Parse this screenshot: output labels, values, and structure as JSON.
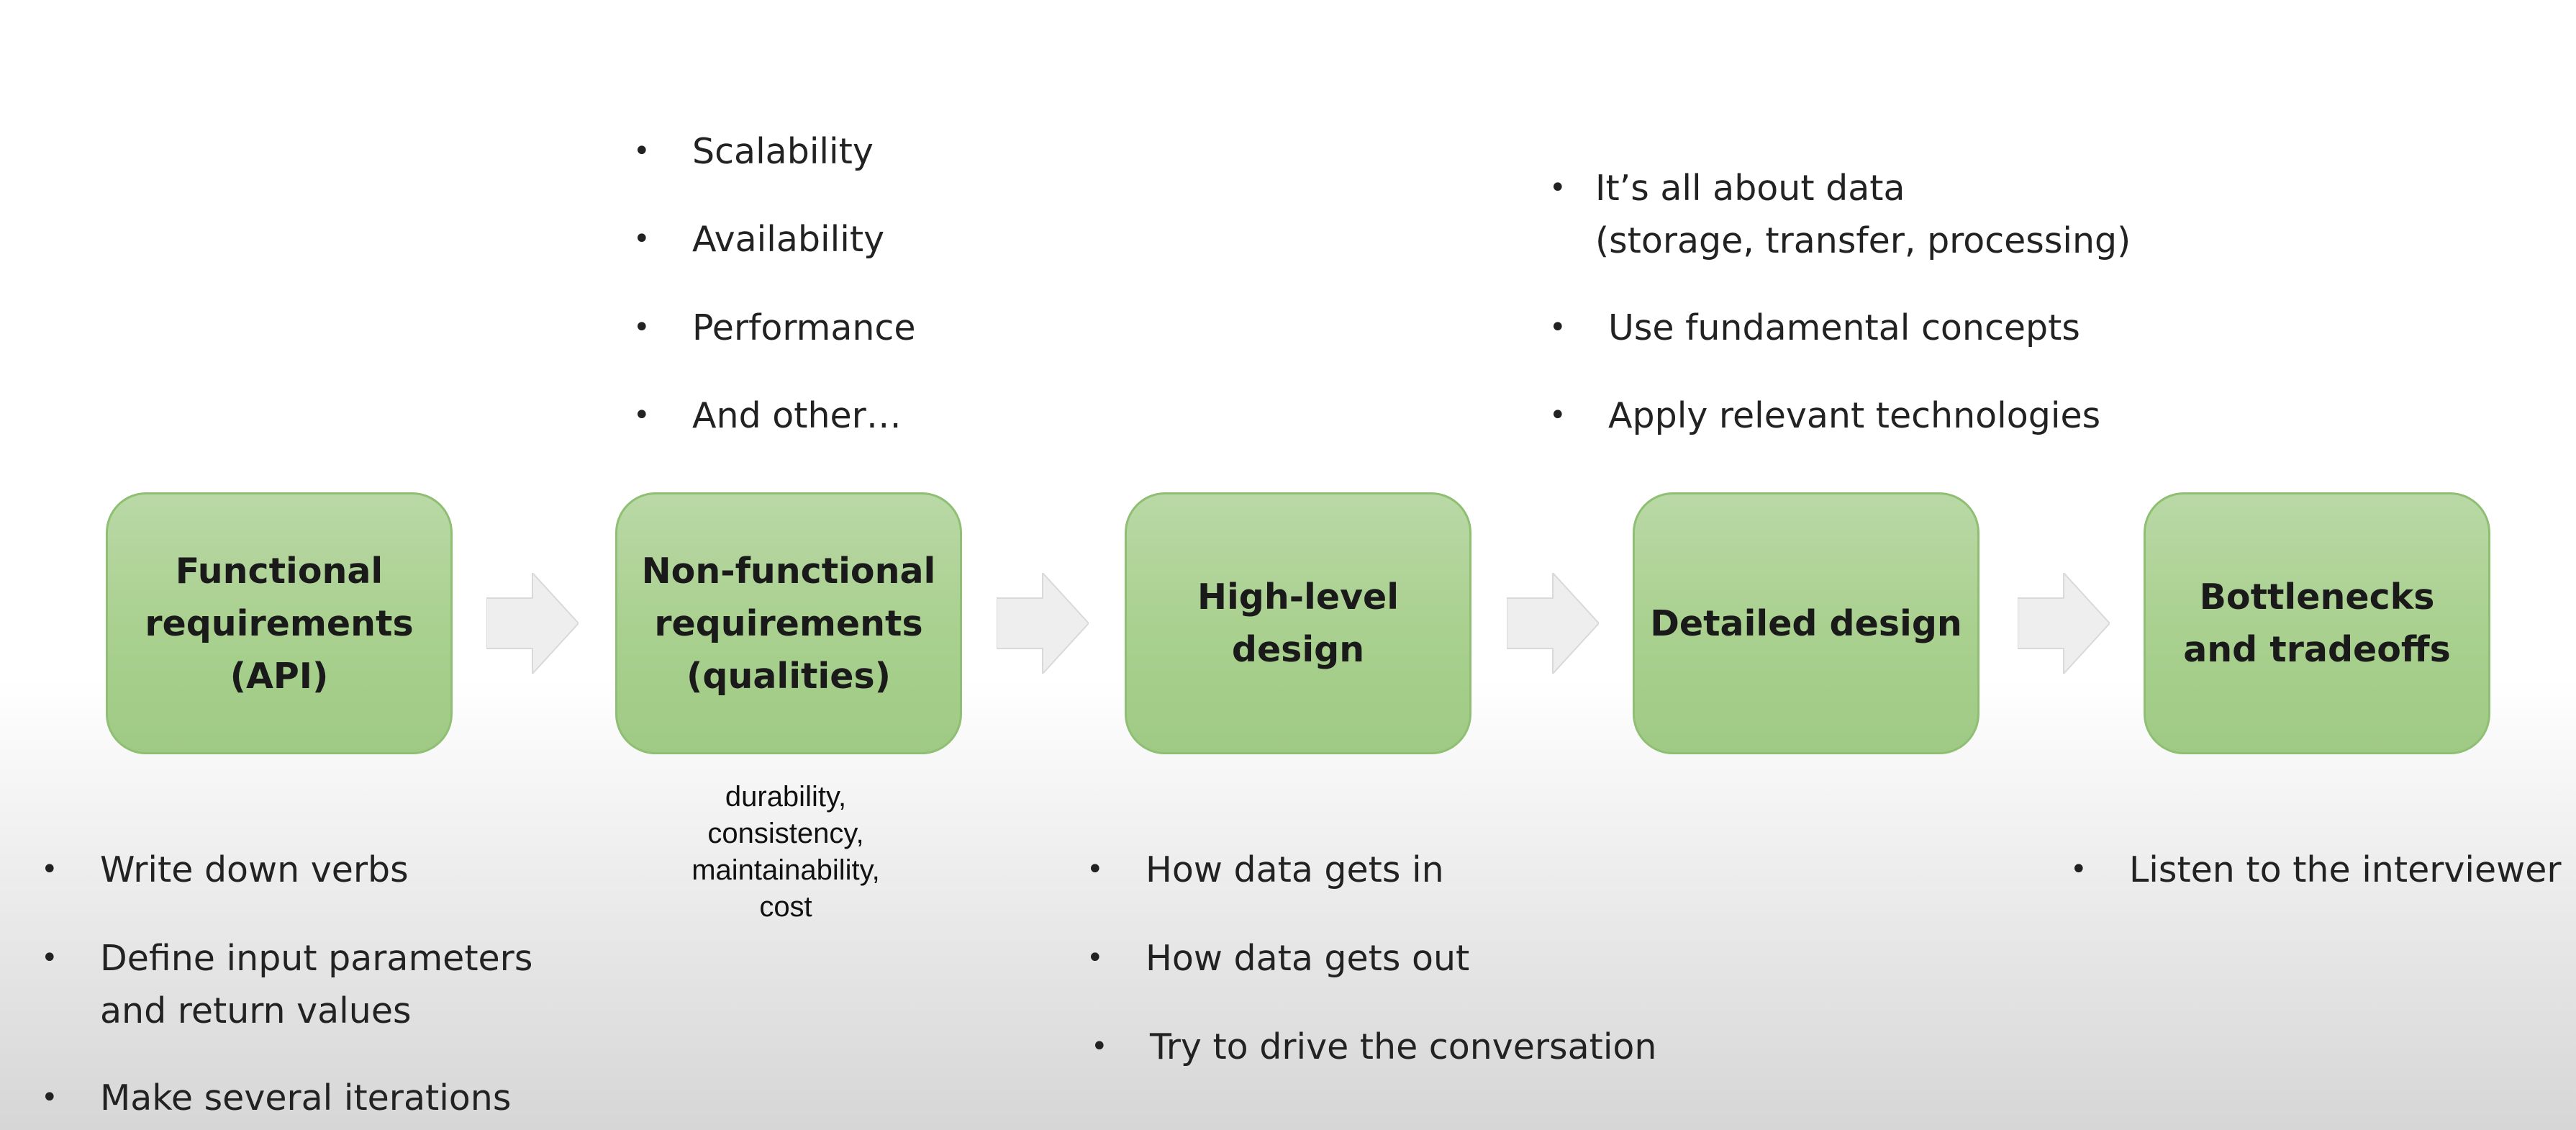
{
  "steps": [
    {
      "label": "Functional\nrequirements\n(API)"
    },
    {
      "label": "Non-functional\nrequirements\n(qualities)"
    },
    {
      "label": "High-level\ndesign"
    },
    {
      "label": "Detailed design"
    },
    {
      "label": "Bottlenecks\nand tradeoffs"
    }
  ],
  "non_functional_top": [
    "Scalability",
    "Availability",
    "Performance",
    "And other…"
  ],
  "non_functional_note": "durability,\nconsistency,\nmaintainability,\ncost",
  "detailed_design_top": [
    "It’s all about data\n(storage, transfer, processing)",
    "Use fundamental concepts",
    "Apply relevant technologies"
  ],
  "functional_bottom": [
    "Write down verbs",
    "Define input parameters\nand return values",
    "Make several iterations"
  ],
  "high_level_bottom": [
    "How data gets in",
    "How data gets out",
    "Try to drive the conversation"
  ],
  "bottlenecks_bottom": [
    "Listen to the interviewer"
  ],
  "bullet_symbol": "•",
  "colors": {
    "box_fill": "#a9d08e",
    "box_border": "#8fbf72",
    "arrow_fill": "#eeeeee",
    "arrow_stroke": "#d9d9d9"
  }
}
